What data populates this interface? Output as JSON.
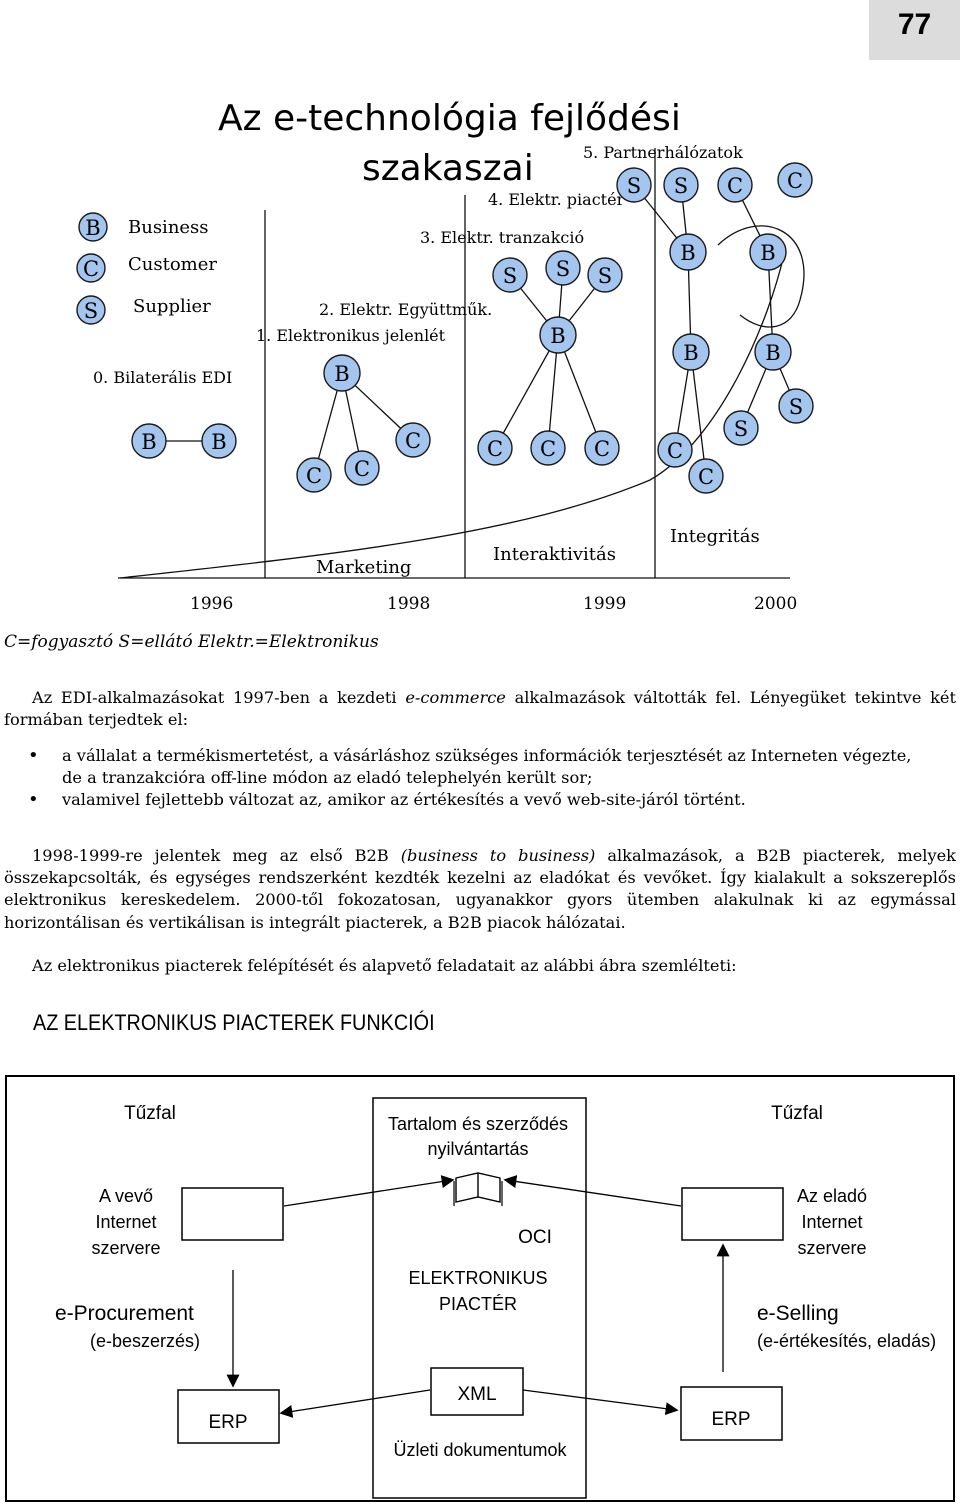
{
  "page_number": "77",
  "evolution_figure": {
    "title_line1": "Az e-technológia fejlődési",
    "title_line2": "szakaszai",
    "legend": [
      {
        "letter": "B",
        "label": "Business"
      },
      {
        "letter": "C",
        "label": "Customer"
      },
      {
        "letter": "S",
        "label": "Supplier"
      }
    ],
    "stages": [
      "0. Bilaterális EDI",
      "1. Elektronikus jelenlét",
      "2. Elektr. Együttműk.",
      "3. Elektr. tranzakció",
      "4. Elektr. piactér",
      "5. Partnerhálózatok"
    ],
    "phases": [
      "Marketing",
      "Interaktivitás",
      "Integritás"
    ],
    "years": [
      "1996",
      "1998",
      "1999",
      "2000"
    ],
    "node_letters": {
      "b": "B",
      "c": "C",
      "s": "S"
    }
  },
  "caption": "C=fogyasztó S=ellátó Elektr.=Elektronikus",
  "paragraph1": {
    "before": "Az EDI-alkalmazásokat 1997-ben a kezdeti ",
    "emph": "e-commerce",
    "after": " alkalmazások váltották fel. Lényegüket tekintve két formában terjedtek el:"
  },
  "bullets": [
    "a vállalat a termékismertetést, a vásárláshoz szükséges információk terjesztését az Interneten végezte, de a tranzakcióra off-line módon az eladó telephelyén került sor;",
    "valamivel fejlettebb változat az, amikor az értékesítés a vevő web-site-járól történt."
  ],
  "paragraph2": {
    "before": "1998-1999-re jelentek meg az első B2B ",
    "emph": "(business to business)",
    "after": " alkalmazások, a B2B piacterek, melyek összekapcsolták, és egységes rendszerként kezdték kezelni az eladókat és vevőket. Így kialakult a sokszereplős elektronikus kereskedelem. 2000-től fokozatosan, ugyanakkor gyors ütemben alakulnak ki az egymással horizontálisan és vertikálisan is integrált piacterek, a B2B piacok hálózatai."
  },
  "paragraph3": "Az elektronikus piacterek felépítését és alapvető feladatait az alábbi ábra szemlélteti:",
  "functions_title": "AZ ELEKTRONIKUS PIACTEREK FUNKCIÓI",
  "functions_diagram": {
    "firewall_left": "Tűzfal",
    "firewall_right": "Tűzfal",
    "center_top_line1": "Tartalom és szerződés",
    "center_top_line2": "nyilvántartás",
    "oci": "OCI",
    "market_line1": "ELEKTRONIKUS",
    "market_line2": "PIACTÉR",
    "xml": "XML",
    "business_docs": "Üzleti dokumentumok",
    "buyer_server": [
      "A vevő",
      "Internet",
      "szervere"
    ],
    "seller_server": [
      "Az eladó",
      "Internet",
      "szervere"
    ],
    "procurement": "e-Procurement",
    "procurement_sub": "(e-beszerzés)",
    "selling": "e-Selling",
    "selling_sub": "(e-értékesítés, eladás)",
    "erp_left": "ERP",
    "erp_right": "ERP"
  }
}
